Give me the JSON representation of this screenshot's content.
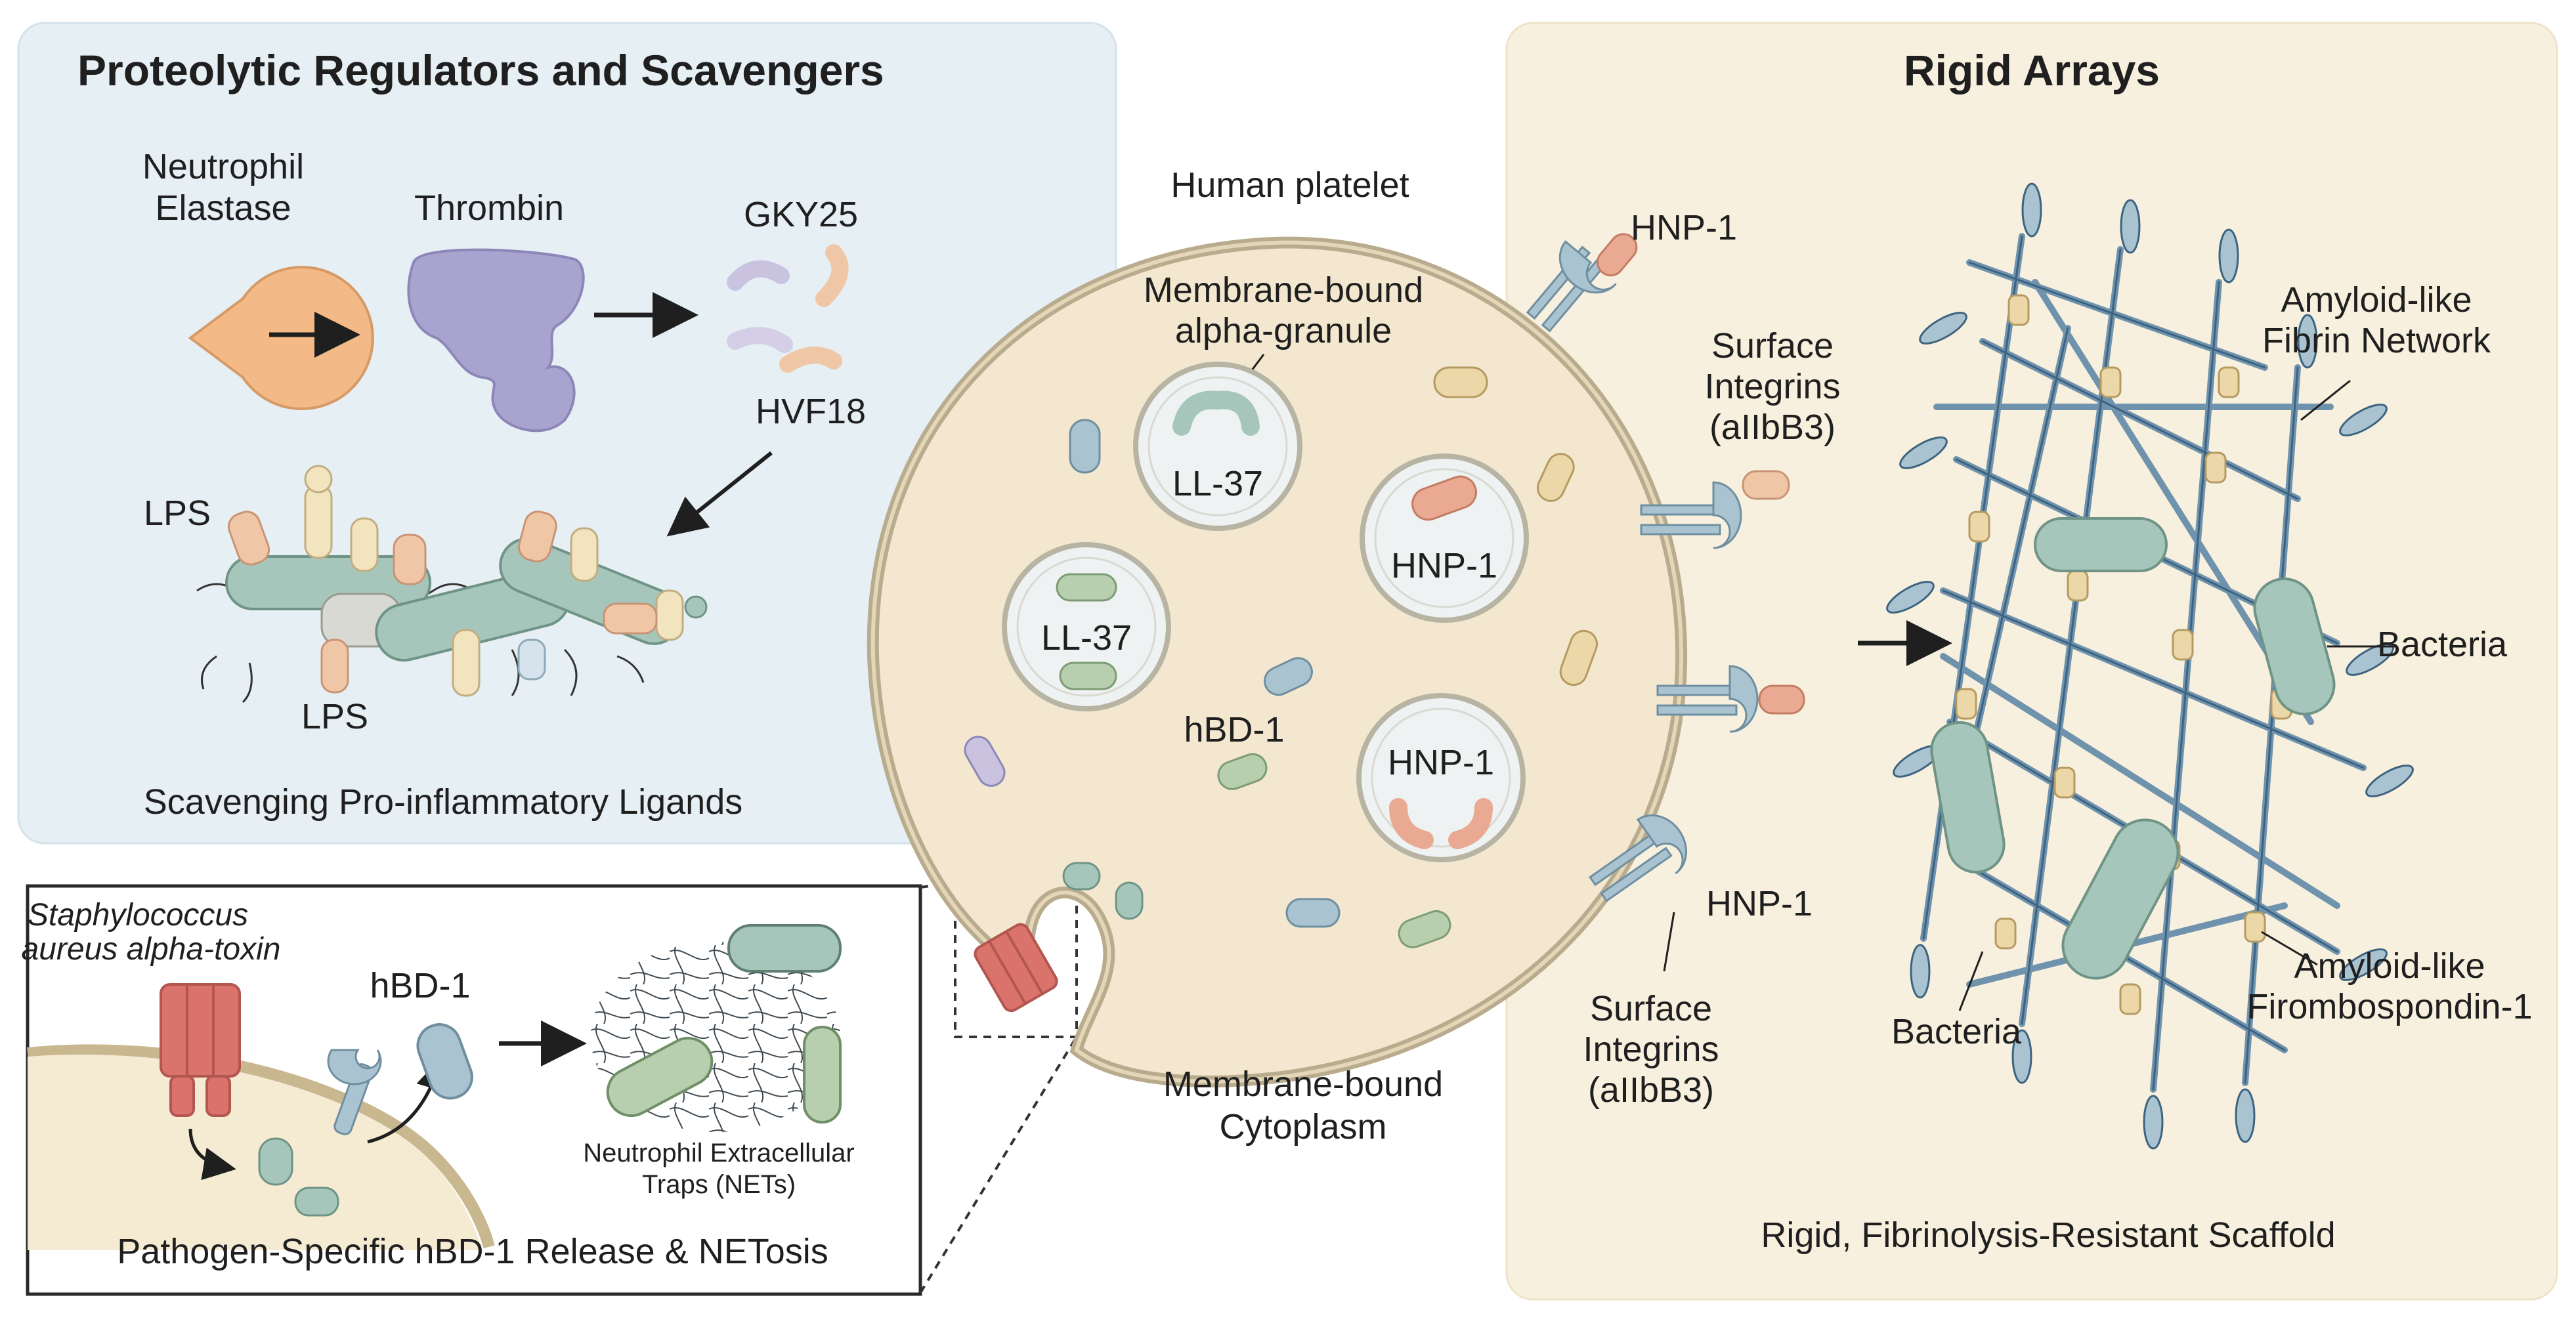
{
  "colors": {
    "left_panel_bg": "#e6eff4",
    "right_panel_bg": "#f8f0de",
    "platelet_fill": "#f3e8cf",
    "platelet_stroke": "#b9ab8d",
    "granule_fill": "#eef2f2",
    "peptide_blue": "#a9c3d1",
    "peptide_pink": "#e9a992",
    "peptide_green": "#b7cfaf",
    "peptide_tan": "#ecd7a8",
    "elastase": "#f3b987",
    "thrombin": "#a9a3cf",
    "toxin": "#d9736c",
    "bacteria": "#a6c6bb"
  },
  "panels": {
    "proteolytic": {
      "title": "Proteolytic Regulators and Scavengers",
      "elastase_label_line1": "Neutrophil",
      "elastase_label_line2": "Elastase",
      "thrombin_label": "Thrombin",
      "gky25_label": "GKY25",
      "hvf18_label": "HVF18",
      "lps_label_top": "LPS",
      "lps_label_bottom": "LPS",
      "caption": "Scavenging Pro-inflammatory Ligands"
    },
    "netosis": {
      "toxin_label_line1": "Staphylococcus",
      "toxin_label_line2": "aureus alpha-toxin",
      "hbd1_label": "hBD-1",
      "nets_label_line1": "Neutrophil Extracellular",
      "nets_label_line2": "Traps (NETs)",
      "caption": "Pathogen-Specific hBD-1 Release & NETosis"
    },
    "platelet": {
      "title": "Human platelet",
      "granule_label_line1": "Membrane-bound",
      "granule_label_line2": "alpha-granule",
      "ll37_top": "LL-37",
      "ll37_left": "LL-37",
      "hnp1_right_top": "HNP-1",
      "hnp1_right_bottom": "HNP-1",
      "hbd1_label": "hBD-1",
      "cytoplasm_line1": "Membrane-bound",
      "cytoplasm_line2": "Cytoplasm",
      "hnp1_top": "HNP-1",
      "integrins_top_line1": "Surface",
      "integrins_top_line2": "Integrins",
      "integrins_top_line3": "(aIIbB3)",
      "hnp1_bottom": "HNP-1",
      "integrins_bottom_line1": "Surface",
      "integrins_bottom_line2": "Integrins",
      "integrins_bottom_line3": "(aIIbB3)"
    },
    "rigid": {
      "title": "Rigid Arrays",
      "fibrin_line1": "Amyloid-like",
      "fibrin_line2": "Fibrin Network",
      "bacteria_right": "Bacteria",
      "bacteria_bottom": "Bacteria",
      "thrombospondin_line1": "Amyloid-like",
      "thrombospondin_line2": "Firombospondin-1",
      "caption": "Rigid, Fibrinolysis-Resistant Scaffold"
    }
  }
}
